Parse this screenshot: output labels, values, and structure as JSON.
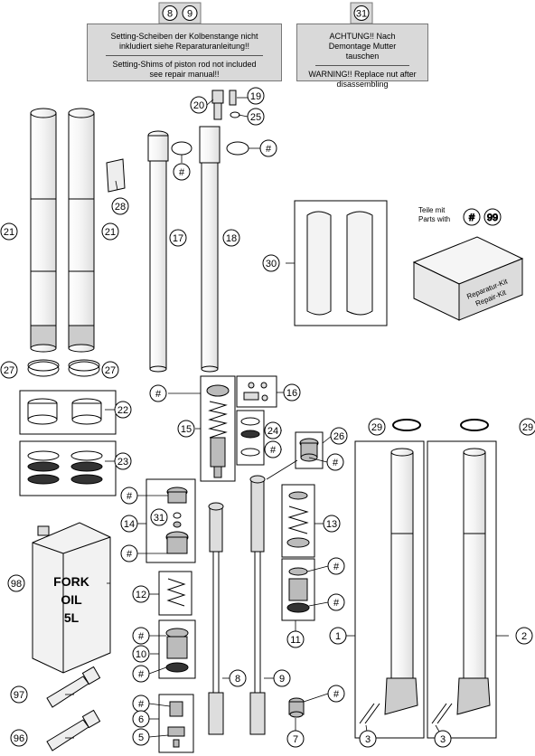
{
  "notes": {
    "left": {
      "refs": [
        "8",
        "9"
      ],
      "de": "Setting-Scheiben der Kolbenstange nicht inkludiert siehe Reparaturanleitung!!",
      "en": "Setting-Shims of piston rod not included see repair manual!!"
    },
    "right": {
      "ref": "31",
      "de": "ACHTUNG!! Nach Demontage Mutter tauschen",
      "en": "WARNING!! Replace nut after disassembling"
    }
  },
  "legend": {
    "line1": "Teile mit",
    "line2": "Parts with",
    "hash": "#",
    "number": "99"
  },
  "box_label": {
    "line1": "Reparatur-Kit",
    "line2": "Repair-Kit"
  },
  "oil_label": {
    "line1": "FORK",
    "line2": "OIL",
    "line3": "5L"
  },
  "callouts": {
    "c20": "20",
    "c19": "19",
    "c25": "25",
    "c18_hash": "#",
    "c17_hash": "#",
    "c21a": "21",
    "c21b": "21",
    "c28": "28",
    "c17": "17",
    "c18": "18",
    "c30": "30",
    "c27a": "27",
    "c27b": "27",
    "c22": "22",
    "c23": "23",
    "c16": "16",
    "c15_hash": "#",
    "c15": "15",
    "c24": "24",
    "c24_hash": "#",
    "c26": "26",
    "c26_hash": "#",
    "c29a": "29",
    "c29b": "29",
    "c14_hash_a": "#",
    "c14": "14",
    "c31": "31",
    "c14_hash_b": "#",
    "c13": "13",
    "c98": "98",
    "c12": "12",
    "c11_hash_a": "#",
    "c11_hash_b": "#",
    "c11": "11",
    "c10_hash_a": "#",
    "c10": "10",
    "c10_hash_b": "#",
    "c1": "1",
    "c2": "2",
    "c8": "8",
    "c9": "9",
    "c97": "97",
    "c6_hash": "#",
    "c6": "6",
    "c5": "5",
    "c7_hash": "#",
    "c7": "7",
    "c96": "96",
    "c3a": "3",
    "c3b": "3"
  }
}
